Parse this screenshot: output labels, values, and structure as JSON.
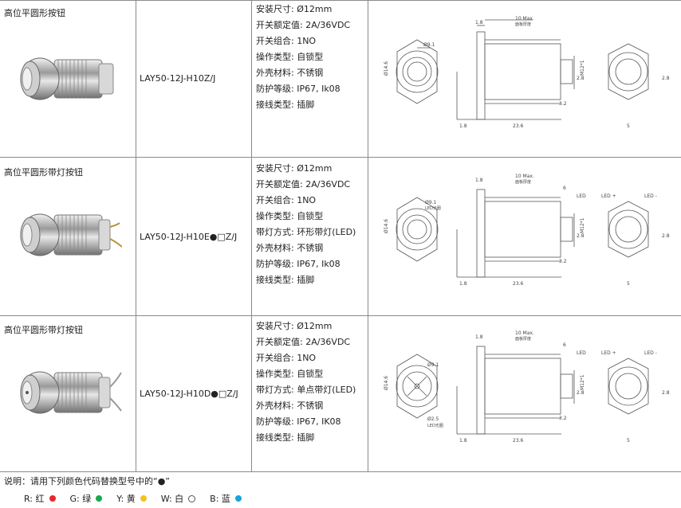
{
  "rows": [
    {
      "title": "高位平圆形按钮",
      "model": "LAY50-12J-H10Z/J",
      "specs": [
        "安装尺寸: Ø12mm",
        "开关额定值: 2A/36VDC",
        "开关组合: 1NO",
        "操作类型: 自锁型",
        "外壳材料: 不锈钢",
        "防护等级: IP67, Ik08",
        "接线类型: 插脚"
      ]
    },
    {
      "title": "高位平圆形带灯按钮",
      "model": "LAY50-12J-H10E●□Z/J",
      "specs": [
        "安装尺寸: Ø12mm",
        "开关额定值: 2A/36VDC",
        "开关组合: 1NO",
        "操作类型: 自锁型",
        "带灯方式: 环形带灯(LED)",
        "外壳材料: 不锈钢",
        "防护等级: IP67, Ik08",
        "接线类型: 插脚"
      ]
    },
    {
      "title": "高位平圆形带灯按钮",
      "model": "LAY50-12J-H10D●□Z/J",
      "specs": [
        "安装尺寸: Ø12mm",
        "开关额定值: 2A/36VDC",
        "开关组合: 1NO",
        "操作类型: 自锁型",
        "带灯方式: 单点带灯(LED)",
        "外壳材料: 不锈钢",
        "防护等级: IP67, IK08",
        "接线类型: 插脚"
      ]
    }
  ],
  "drawing_labels": {
    "d91": "Ø9.1",
    "led_ring": "LED光圈",
    "d146": "Ø14.6",
    "d18": "1.8",
    "max10": "10 Max.",
    "panel": "面板厚度",
    "m12": "M12*1",
    "d28": "2.8",
    "d32": "3.2",
    "d236": "23.6",
    "d5": "5",
    "d6": "6",
    "led": "LED",
    "led_plus": "LED +",
    "led_minus": "LED -",
    "d25": "Ø2.5",
    "led_dot": "LED光圈"
  },
  "footer": {
    "note": "说明：请用下列颜色代码替换型号中的“●”",
    "colors": [
      {
        "label": "R: 红",
        "color": "#e8262b",
        "hollow": false
      },
      {
        "label": "G: 绿",
        "color": "#1aa84a",
        "hollow": false
      },
      {
        "label": "Y: 黄",
        "color": "#f5c21b",
        "hollow": false
      },
      {
        "label": "W: 白",
        "color": "#ffffff",
        "hollow": true
      },
      {
        "label": "B: 蓝",
        "color": "#1aa3de",
        "hollow": false
      }
    ]
  }
}
